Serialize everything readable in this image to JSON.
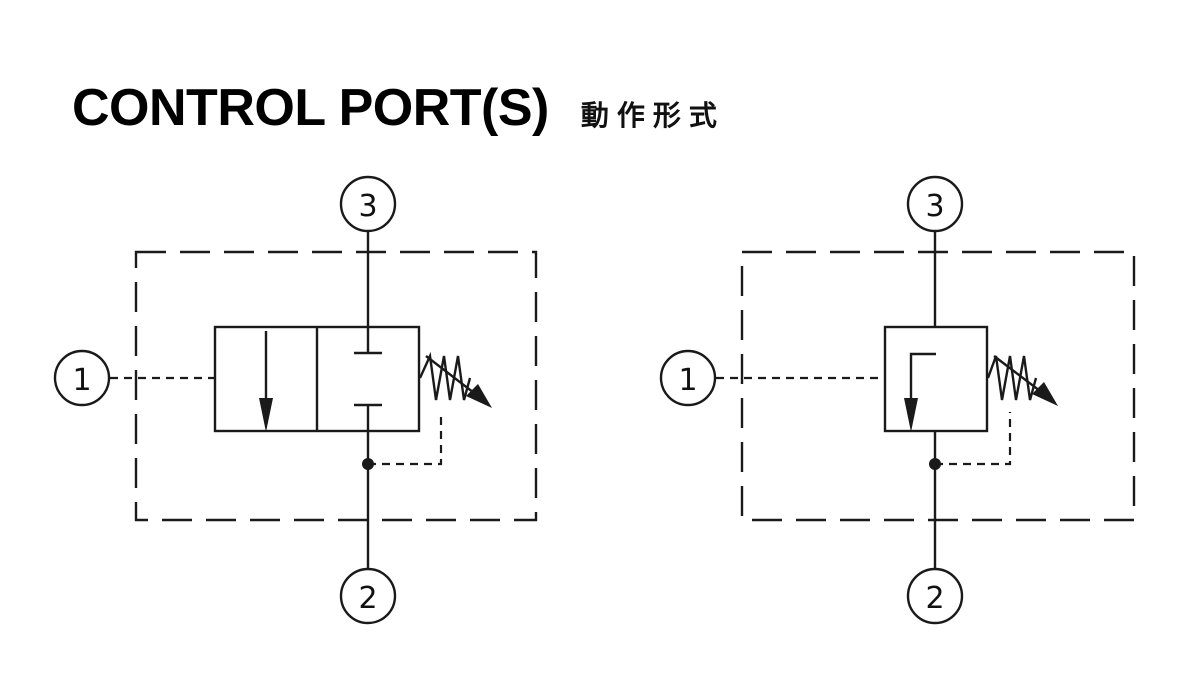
{
  "title": {
    "main": "CONTROL PORT(S)",
    "sub": "動作形式"
  },
  "diagrams": [
    {
      "ports": {
        "p1": "1",
        "p2": "2",
        "p3": "3"
      }
    },
    {
      "ports": {
        "p1": "1",
        "p2": "2",
        "p3": "3"
      }
    }
  ]
}
